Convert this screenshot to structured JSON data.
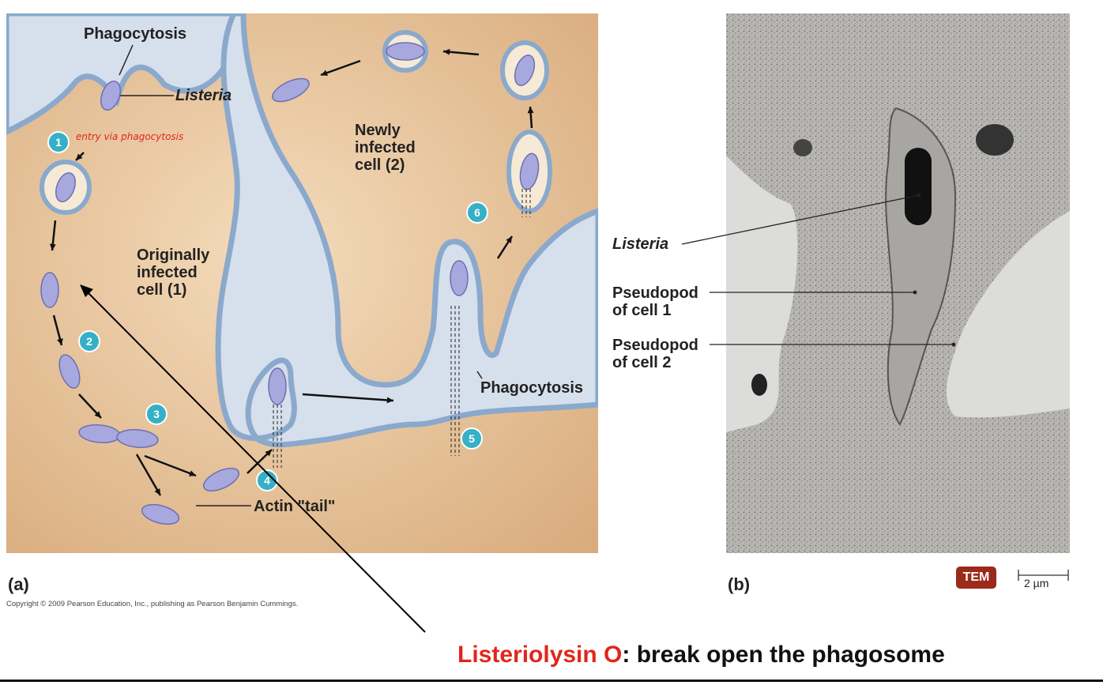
{
  "panel_a": {
    "letter": "(a)",
    "labels": {
      "phagocytosis_top": "Phagocytosis",
      "listeria": "Listeria",
      "newly_infected_1": "Newly",
      "newly_infected_2": "infected",
      "newly_infected_3": "cell (2)",
      "originally_1": "Originally",
      "originally_2": "infected",
      "originally_3": "cell (1)",
      "phagocytosis_bottom": "Phagocytosis",
      "actin_tail": "Actin \"tail\""
    },
    "handwritten_note": "entry via phagocytosis",
    "steps": [
      "1",
      "2",
      "3",
      "4",
      "5",
      "6"
    ]
  },
  "panel_b": {
    "letter": "(b)",
    "labels": {
      "listeria": "Listeria",
      "pseudopod1_line1": "Pseudopod",
      "pseudopod1_line2": "of cell 1",
      "pseudopod2_line1": "Pseudopod",
      "pseudopod2_line2": "of cell 2"
    },
    "tem_badge": "TEM",
    "scale_bar": "2 µm"
  },
  "copyright": "Copyright © 2009 Pearson Education, Inc., publishing as Pearson Benjamin Cummings.",
  "caption": {
    "highlight": "Listeriolysin O",
    "rest": ": break open the phagosome"
  },
  "colors": {
    "cytoplasm": "#ecc8a0",
    "extracellular": "#d6dfec",
    "membrane": "#8aa9cc",
    "bacterium": "#a7a8de",
    "step_circle": "#36b0c6",
    "highlight_red": "#e2261c",
    "tem_badge": "#9b2a1a"
  }
}
